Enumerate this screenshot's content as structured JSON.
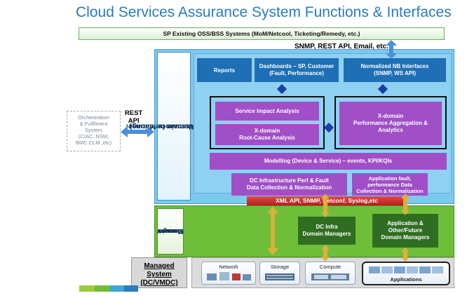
{
  "title": "Cloud Services Assurance System Functions & Interfaces",
  "oss_bar": "SP Existing OSS/BSS Systems (MoM/Netcool, Ticketing/Remedy, etc.)",
  "nb_protocols": "SNMP, REST API, Email, etc.",
  "sam_label_line1": "Service Assurance Manager",
  "sam_label_line2": "(Cross-domain functions)",
  "reports": "Reports",
  "dashboards_line1": "Dashboards – SP, Customer",
  "dashboards_line2": "(Fault, Performance)",
  "nb_interfaces_line1": "Normalized NB Interfaces",
  "nb_interfaces_line2": "(SNMP, WS API)",
  "service_impact": "Service Impact Analysis",
  "root_cause_line1": "X-domain",
  "root_cause_line2": "Root-Cause Analysis",
  "perf_line1": "X-domain",
  "perf_line2": "Performance Aggregation &",
  "perf_line3": "Analytics",
  "modelling": "Modelling (Device & Service) – events, KPI/KQIs",
  "dc_infra_collection_line1": "DC Infrastructure Perf & Fault",
  "dc_infra_collection_line2": "Data Collection & Normalization",
  "app_collection_line1": "Application fault,",
  "app_collection_line2": "performance Data",
  "app_collection_line3": "Collection & Normalization",
  "sb_protocols": "XML API, SNMP, Netconf, Syslog,etc",
  "element_label_line1": "Element/",
  "element_label_line2": "Domain",
  "element_label_line3": "Manager",
  "dc_infra_dm_line1": "DC Infra",
  "dc_infra_dm_line2": "Domain Managers",
  "app_dm_line1": "Application &",
  "app_dm_line2": "Other/Future",
  "app_dm_line3": "Domain Managers",
  "managed_line1": "Managed",
  "managed_line2": "System",
  "managed_line3": "(DC/VMDC)",
  "network": "Network",
  "storage": "Storage",
  "compute": "Compute",
  "applications": "Applications",
  "orch_line1": "Orchestration",
  "orch_line2": "& Fulfilment",
  "orch_line3": "System",
  "orch_line4": "(CIAC, NSM,",
  "orch_line5": "BMC CLM ,etc)",
  "rest_line1": "REST",
  "rest_line2": "API",
  "colors": {
    "title": "#2a7bbf",
    "sam_bg": "#7ec8ee",
    "dark_blue": "#1e6fb5",
    "purple": "#a04fc7",
    "element_bg": "#6fbe3a",
    "dark_green": "#2f6e22",
    "red_bar": "#c62828",
    "arrow_blue": "#4a90d9",
    "arrow_gold": "#d9b13b"
  }
}
